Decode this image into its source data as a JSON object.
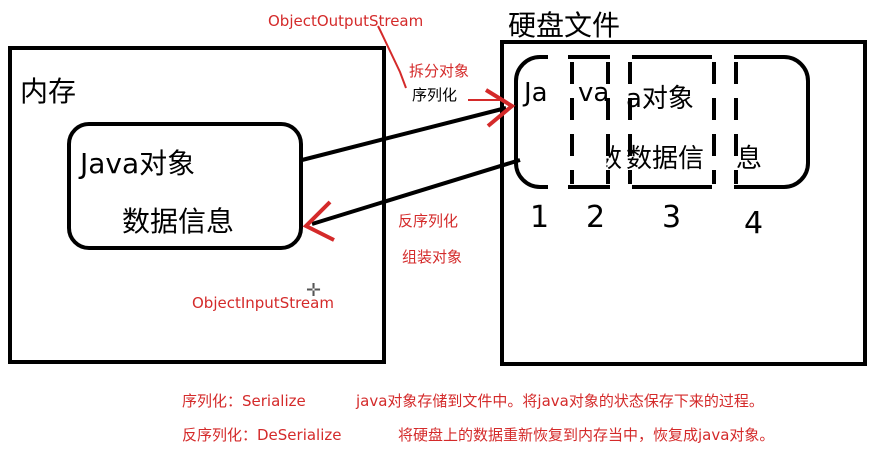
{
  "memory": {
    "title": "内存",
    "object_line1": "Java对象",
    "object_line2": "数据信息"
  },
  "disk": {
    "title": "硬盘文件",
    "line1_left": "Ja",
    "line1_mid": "va",
    "line1_right": "a对象",
    "line2_left": "数",
    "line2_mid": "数据信",
    "line2_right": "息",
    "segments": [
      "1",
      "2",
      "3",
      "4"
    ]
  },
  "labels": {
    "output_stream": "ObjectOutputStream",
    "split": "拆分对象",
    "serialize": "序列化",
    "deserialize": "反序列化",
    "assemble": "组装对象",
    "input_stream": "ObjectInputStream"
  },
  "notes": {
    "line1_term": "序列化：Serialize",
    "line1_desc": "java对象存储到文件中。将java对象的状态保存下来的过程。",
    "line2_term": "反序列化：DeSerialize",
    "line2_desc": "将硬盘上的数据重新恢复到内存当中，恢复成java对象。"
  },
  "colors": {
    "annotation": "#d42a2a",
    "ink": "#000000"
  }
}
